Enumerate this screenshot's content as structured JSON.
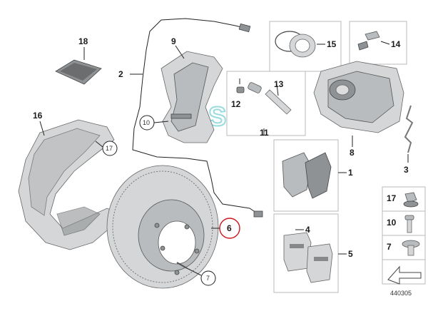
{
  "callouts": {
    "c1": "1",
    "c2": "2",
    "c3": "3",
    "c4": "4",
    "c5": "5",
    "c6": "6",
    "c7": "7",
    "c8": "8",
    "c9": "9",
    "c10": "10",
    "c11": "11",
    "c12": "12",
    "c13": "13",
    "c14": "14",
    "c15": "15",
    "c16": "16",
    "c17": "17",
    "c18": "18"
  },
  "legend": {
    "items": [
      {
        "label": "17"
      },
      {
        "label": "10"
      },
      {
        "label": "7"
      }
    ]
  },
  "footer": {
    "diagram_id": "440305"
  },
  "watermark": {
    "text": "SOL"
  },
  "colors": {
    "part_fill": "#b9bcbe",
    "highlight_circle": "#d0141b",
    "watermark": "#7fd3d8"
  }
}
